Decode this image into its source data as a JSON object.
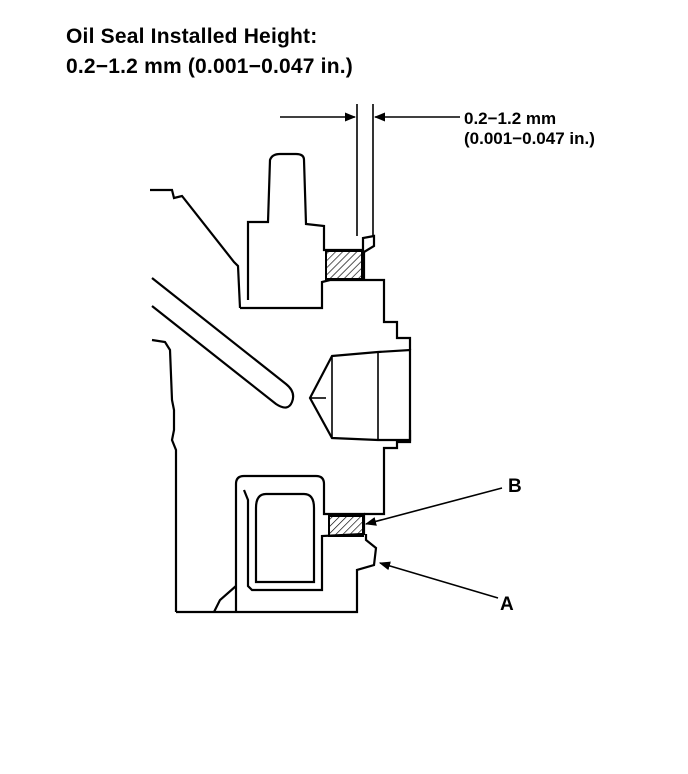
{
  "header": {
    "title": "Oil Seal Installed Height:",
    "spec": "0.2−1.2 mm (0.001−0.047 in.)"
  },
  "dimension": {
    "metric": "0.2−1.2 mm",
    "imperial": "(0.001−0.047 in.)"
  },
  "callouts": {
    "a": "A",
    "b": "B"
  }
}
